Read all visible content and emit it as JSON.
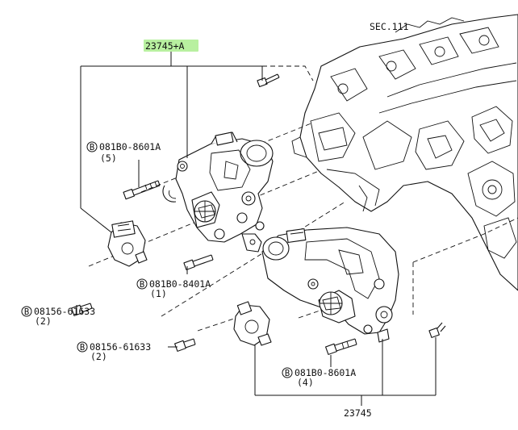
{
  "highlight_color": "#b8f0a0",
  "callouts": {
    "sec": "SEC.111",
    "top_assembly": "23745+A",
    "bottom_assembly": "23745",
    "bolt_top_left": {
      "symbol": "B",
      "code": "081B0-8601A",
      "qty": "(5)"
    },
    "bolt_mid": {
      "symbol": "B",
      "code": "081B0-8401A",
      "qty": "(1)"
    },
    "bolt_bottom": {
      "symbol": "B",
      "code": "081B0-8601A",
      "qty": "(4)"
    },
    "sensor_bolt_1": {
      "symbol": "B",
      "code": "08156-61633",
      "qty": "(2)"
    },
    "sensor_bolt_2": {
      "symbol": "B",
      "code": "08156-61633",
      "qty": "(2)"
    }
  }
}
